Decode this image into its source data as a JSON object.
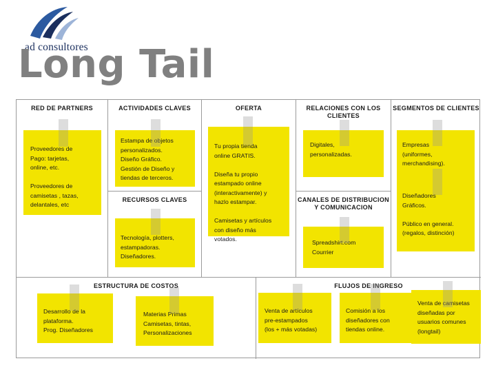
{
  "brand": {
    "logo_icon": "ad-consultores-swoosh-logo",
    "wordmark": "ad consultores"
  },
  "title": "Long Tail",
  "canvas": {
    "blocks": [
      {
        "id": "red-de-partners",
        "title": "RED DE\nPARTNERS",
        "notes": [
          {
            "text": "Proveedores de\nPago: tarjetas,\nonline, etc.\n\nProveedores de\ncamisetas , tazas,\ndelantales, etc"
          }
        ]
      },
      {
        "id": "actividades-claves",
        "title": "ACTIVIDADES\nCLAVES",
        "notes": [
          {
            "text": "Estampa de objetos\npersonalizados.\nDiseño Gráfico.\nGestión de Diseño y\ntiendas de terceros."
          }
        ]
      },
      {
        "id": "recursos-claves",
        "title": "RECURSOS\nCLAVES",
        "notes": [
          {
            "text": "Tecnología, plotters,\nestampadoras.\nDiseñadores."
          }
        ]
      },
      {
        "id": "oferta",
        "title": "OFERTA",
        "notes": [
          {
            "text": "Tu propia tienda\nonline  GRATIS.\n\nDiseña tu propio\nestampado online\n(interactivamente) y\nhazlo estampar.\n\nCamisetas y artículos\ncon diseño más\nvotados."
          }
        ]
      },
      {
        "id": "relaciones-con-los-clientes",
        "title": "RELACIONES\nCON LOS CLIENTES",
        "notes": [
          {
            "text": "Digitales,\npersonalizadas."
          }
        ]
      },
      {
        "id": "canales-de-distribucion-y-comunicacion",
        "title": "CANALES\nDE DISTRIBUCION\nY COMUNICACION",
        "notes": [
          {
            "text": "Spreadshirt.com\nCourrier"
          }
        ]
      },
      {
        "id": "segmentos-de-clientes",
        "title": "SEGMENTOS\nDE CLIENTES",
        "notes": [
          {
            "text": "Empresas\n(uniformes,\nmerchandising)."
          },
          {
            "text": "Diseñadores\nGráficos.\n\nPúblico en general.\n(regalos, distinción)"
          }
        ]
      },
      {
        "id": "estructura-de-costos",
        "title": "ESTRUCTURA DE COSTOS",
        "notes": [
          {
            "text": "Desarrollo de la\nplataforma.\nProg. Diseñadores"
          },
          {
            "text": "Materias Primas\nCamisetas, tintas,\nPersonalizaciones"
          }
        ]
      },
      {
        "id": "flujos-de-ingreso",
        "title": "FLUJOS DE INGRESO",
        "notes": [
          {
            "text": "Venta de artículos\npre-estampados\n(los + más votadas)"
          },
          {
            "text": "Comisión a los\ndiseñadores con\ntiendas online."
          },
          {
            "text": "Venta de camisetas\ndiseñadas por\nusuarios comunes\n(longtail)"
          }
        ]
      }
    ]
  },
  "colors": {
    "sticky_yellow": "#F2E400",
    "title_grey": "#808080",
    "grid_line": "#9A9A9A",
    "logo_blue_dark": "#1B2F5E",
    "logo_blue_mid": "#2C5AA0",
    "logo_blue_light": "#9DB4D8",
    "tape_grey": "#969696"
  }
}
